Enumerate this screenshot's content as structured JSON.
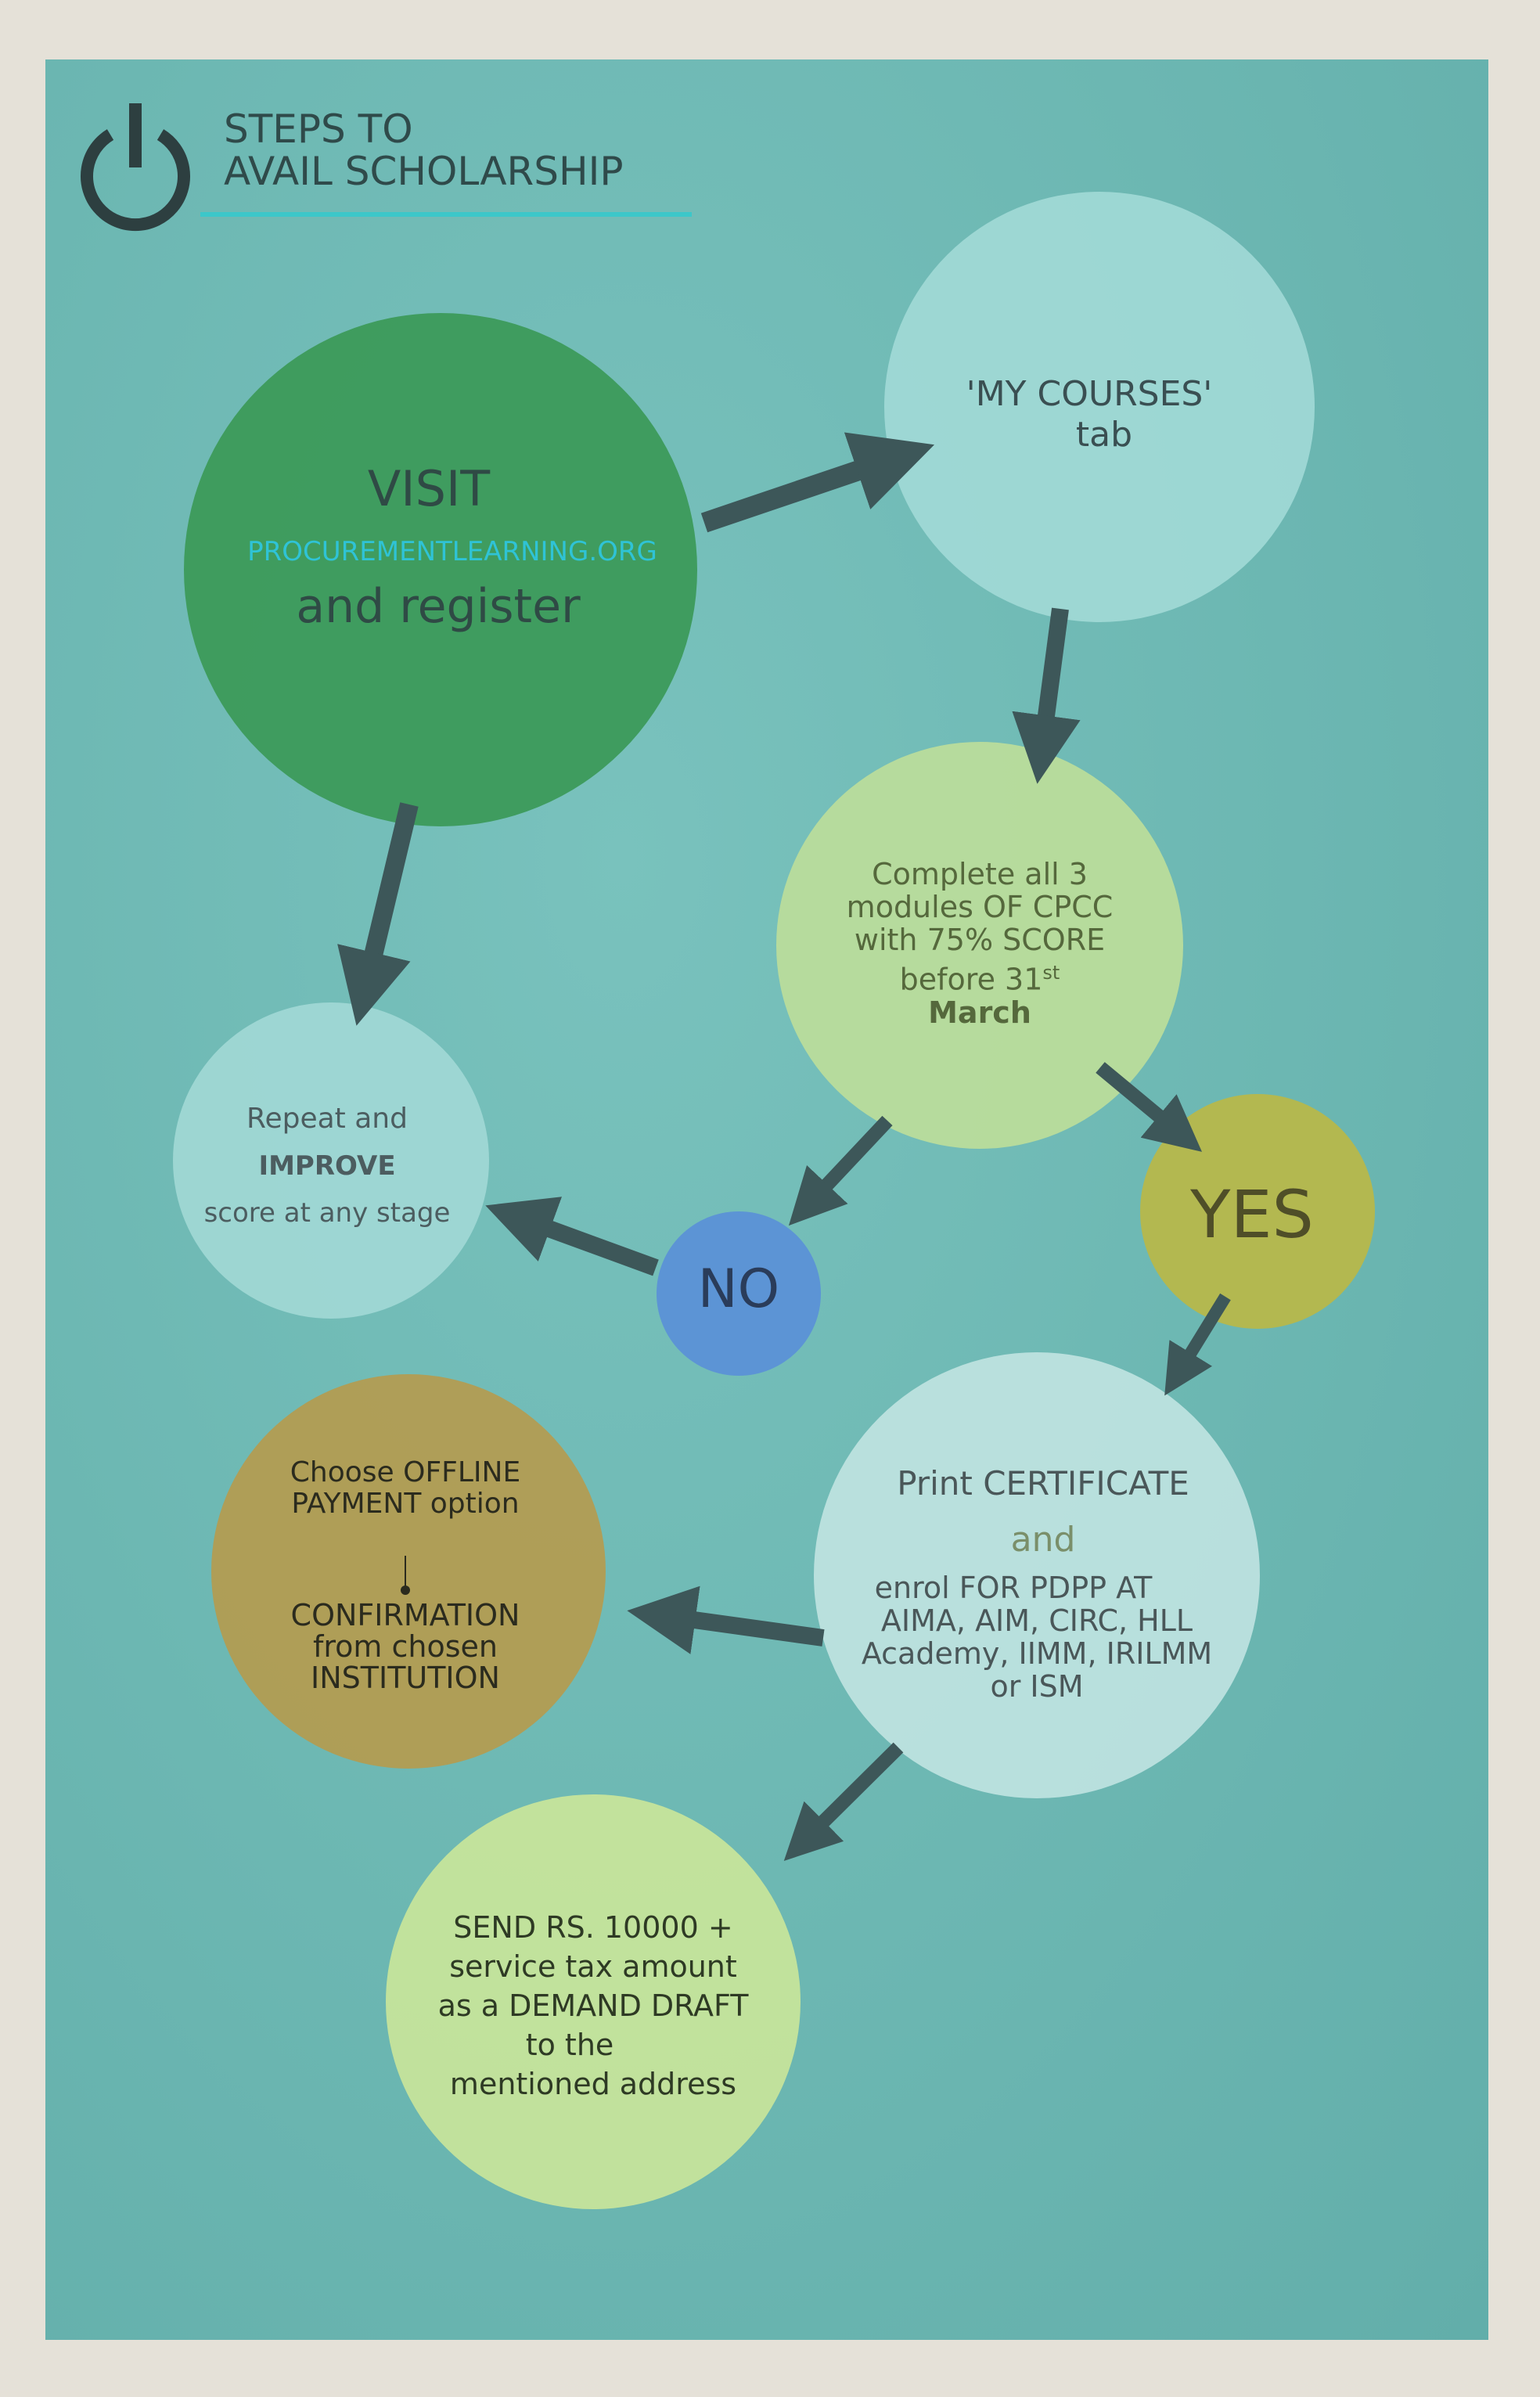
{
  "title": {
    "line1": "STEPS TO",
    "line2": "AVAIL SCHOLARSHIP"
  },
  "icons": {
    "header": "power-icon"
  },
  "colors": {
    "panel": "#6cb7b2",
    "visit_circle": "#3c9a5a",
    "courses_circle": "#9fd8d5",
    "complete_circle": "#b9dc9b",
    "repeat_circle": "#9fd7d4",
    "no_circle": "#5b93d6",
    "yes_circle": "#b6b84c",
    "print_circle": "#bde1df",
    "offline_circle": "#b29c52",
    "send_circle": "#c6e49b",
    "arrow": "#3d5759",
    "accent": "#3cc7c9"
  },
  "nodes": {
    "visit": {
      "line1": "VISIT",
      "site": "PROCUREMENTLEARNING.ORG",
      "line3": "and register"
    },
    "courses": {
      "line1": "'MY COURSES'",
      "line2": "tab"
    },
    "complete": {
      "line1": "Complete all 3",
      "line2": "modules OF CPCC",
      "line3": "with 75% SCORE",
      "line4": "before 31",
      "line4_sup": "st",
      "line5": "March"
    },
    "repeat": {
      "line1": "Repeat and",
      "line2": "IMPROVE",
      "line3": "score at any stage"
    },
    "no": {
      "label": "NO"
    },
    "yes": {
      "label": "YES"
    },
    "print": {
      "line1": "Print CERTIFICATE",
      "line2": "and",
      "line3": "enrol FOR PDPP AT",
      "line4": "AIMA, AIM, CIRC, HLL",
      "line5": "Academy, IIMM, IRILMM",
      "line6": "or ISM"
    },
    "offline": {
      "line1": "Choose OFFLINE",
      "line2": "PAYMENT option",
      "line3": "CONFIRMATION",
      "line4": "from chosen",
      "line5": "INSTITUTION"
    },
    "send": {
      "line1": "SEND RS. 10000 +",
      "line2": "service tax amount",
      "line3": "as a DEMAND DRAFT",
      "line4": "to the",
      "line5": "mentioned address"
    }
  }
}
